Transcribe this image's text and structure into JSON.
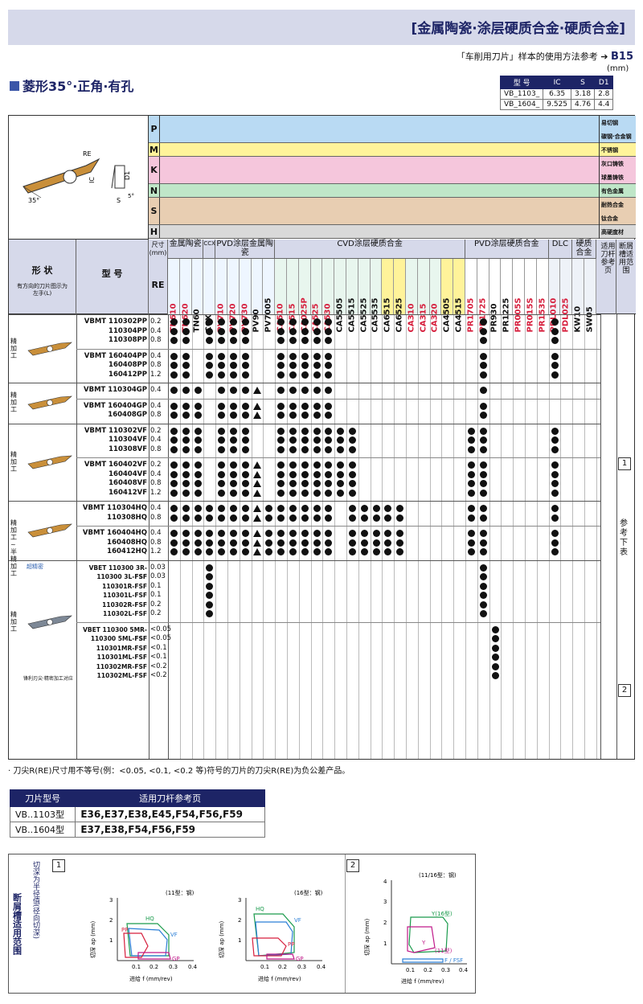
{
  "header": {
    "banner_title": "[金属陶瓷·涂层硬质合金·硬质合金]",
    "subref_text": "「车削用刀片」样本的使用方法参考",
    "subref_page": "B15",
    "section_title": "菱形35°·正角·有孔",
    "unit": "(mm)"
  },
  "dimensions": {
    "columns": [
      "型 号",
      "IC",
      "S",
      "D1"
    ],
    "rows": [
      [
        "VB_1103_",
        "6.35",
        "3.18",
        "2.8"
      ],
      [
        "VB_1604_",
        "9.525",
        "4.76",
        "4.4"
      ]
    ]
  },
  "drawing_labels": {
    "re": "RE",
    "ic": "IC",
    "d1": "D1",
    "s": "S",
    "angle": "35°",
    "clearance": "5°"
  },
  "materials": [
    {
      "letter": "P",
      "names": [
        "易切钢",
        "碳钢·合金钢"
      ],
      "color": "#b9daf3"
    },
    {
      "letter": "M",
      "names": [
        "不锈钢"
      ],
      "color": "#fff39a"
    },
    {
      "letter": "K",
      "names": [
        "灰口铸铁",
        "球墨铸铁"
      ],
      "color": "#f5c6dc"
    },
    {
      "letter": "N",
      "names": [
        "有色金属"
      ],
      "color": "#bfe6c8"
    },
    {
      "letter": "S",
      "names": [
        "耐热合金",
        "钛合金"
      ],
      "color": "#e8ceb2"
    },
    {
      "letter": "H",
      "names": [
        "高硬度材"
      ],
      "color": "#d9d9d9"
    }
  ],
  "table_header": {
    "shape": "形 状",
    "shape_note": "有方向的刀片图示为左手(L)",
    "model": "型 号",
    "size": "尺寸(mm)",
    "re": "RE",
    "ref": "适用刀杆参考页",
    "chip": "断屑槽适用范围",
    "groups": [
      "金属陶瓷",
      "CCX",
      "PVD涂层金属陶瓷",
      "CVD涂层硬质合金",
      "PVD涂层硬质合金",
      "DLC",
      "硬质合金"
    ],
    "grades": [
      "TN610",
      "TN620",
      "TN60",
      "CCX",
      "PV710",
      "PV720",
      "PV730",
      "PV90",
      "PV7005",
      "CA510",
      "CA515",
      "CA025P",
      "CA525",
      "CA530",
      "CA5505",
      "CA5515",
      "CA5525",
      "CA5535",
      "CA6515",
      "CA6525",
      "CA310",
      "CA315",
      "CA320",
      "CA4505",
      "CA4515",
      "PR1705",
      "PR1725",
      "PR930",
      "PR1225",
      "PR005S",
      "PR015S",
      "PR1535",
      "PDL010",
      "PDL025",
      "KW10",
      "SW05"
    ]
  },
  "groups": [
    {
      "label": "精加工",
      "rows": [
        {
          "models": [
            "VBMT 110302PP",
            "110304PP",
            "110308PP"
          ],
          "re": [
            "0.2",
            "0.4",
            "0.8"
          ]
        },
        {
          "models": [
            "VBMT 160404PP",
            "160408PP",
            "160412PP"
          ],
          "re": [
            "0.4",
            "0.8",
            "1.2"
          ]
        }
      ]
    },
    {
      "label": "精加工",
      "rows": [
        {
          "models": [
            "VBMT 110304GP"
          ],
          "re": [
            "0.4"
          ]
        },
        {
          "models": [
            "VBMT 160404GP",
            "160408GP"
          ],
          "re": [
            "0.4",
            "0.8"
          ]
        }
      ]
    },
    {
      "label": "精加工",
      "rows": [
        {
          "models": [
            "VBMT 110302VF",
            "110304VF",
            "110308VF"
          ],
          "re": [
            "0.2",
            "0.4",
            "0.8"
          ]
        },
        {
          "models": [
            "VBMT 160402VF",
            "160404VF",
            "160408VF",
            "160412VF"
          ],
          "re": [
            "0.2",
            "0.4",
            "0.8",
            "1.2"
          ]
        }
      ]
    },
    {
      "label": "精加工~半精加工",
      "rows": [
        {
          "models": [
            "VBMT 110304HQ",
            "110308HQ"
          ],
          "re": [
            "0.4",
            "0.8"
          ]
        },
        {
          "models": [
            "VBMT 160404HQ",
            "160408HQ",
            "160412HQ"
          ],
          "re": [
            "0.4",
            "0.8",
            "1.2"
          ]
        }
      ]
    },
    {
      "label": "精加工",
      "top_note": "超精密",
      "bottom_note": "锋利刃尖·精密加工对应",
      "rows": [
        {
          "models": [
            "VBET 110300 3R-FSF",
            "110300 3L-FSF",
            "110301R-FSF",
            "110301L-FSF",
            "110302R-FSF",
            "110302L-FSF"
          ],
          "re": [
            "0.03",
            "0.03",
            "0.1",
            "0.1",
            "0.2",
            "0.2"
          ]
        },
        {
          "models": [
            "VBET 110300 5MR-FSF",
            "110300 5ML-FSF",
            "110301MR-FSF",
            "110301ML-FSF",
            "110302MR-FSF",
            "110302ML-FSF"
          ],
          "re": [
            "<0.05",
            "<0.05",
            "<0.1",
            "<0.1",
            "<0.2",
            "<0.2"
          ]
        }
      ]
    }
  ],
  "side_ref": {
    "ref1": "1",
    "ref2": "2",
    "ref_text": "参考下表"
  },
  "note": "· 刀尖R(RE)尺寸用不等号(例：<0.05, <0.1, <0.2 等)符号的刀片的刀尖R(RE)为负公差产品。",
  "holder_table": {
    "head": [
      "刀片型号",
      "适用刀杆参考页"
    ],
    "rows": [
      [
        "VB..1103型",
        "E36,E37,E38,E45,F54,F56,F59"
      ],
      [
        "VB..1604型",
        "E37,E38,F54,F56,F59"
      ]
    ]
  },
  "chipbreaker": {
    "title": "断屑槽适用范围",
    "subtitle": "切深为半径值(径向切深)",
    "nums": [
      "1",
      "2"
    ],
    "charts": [
      {
        "caption": "(11型：钢)",
        "xlabel": "进给 f (mm/rev)",
        "ylabel": "切深 ap (mm)",
        "xticks": [
          "0.1",
          "0.2",
          "0.3",
          "0.4"
        ],
        "yticks": [
          "1",
          "2",
          "3"
        ],
        "labels": [
          "HQ",
          "VF",
          "PP",
          "GP"
        ]
      },
      {
        "caption": "(16型：钢)",
        "xlabel": "进给 f (mm/rev)",
        "ylabel": "切深 ap (mm)",
        "xticks": [
          "0.1",
          "0.2",
          "0.3",
          "0.4"
        ],
        "yticks": [
          "1",
          "2",
          "3"
        ],
        "labels": [
          "HQ",
          "VF",
          "PP",
          "GP"
        ]
      },
      {
        "caption": "(11/16型：钢)",
        "xlabel": "进给 f (mm/rev)",
        "ylabel": "切深 ap (mm)",
        "xticks": [
          "0.1",
          "0.2",
          "0.3",
          "0.4"
        ],
        "yticks": [
          "1",
          "2",
          "3",
          "4"
        ],
        "labels": [
          "Y(16型)",
          "Y",
          "(11型)",
          "F / FSF"
        ]
      }
    ]
  }
}
